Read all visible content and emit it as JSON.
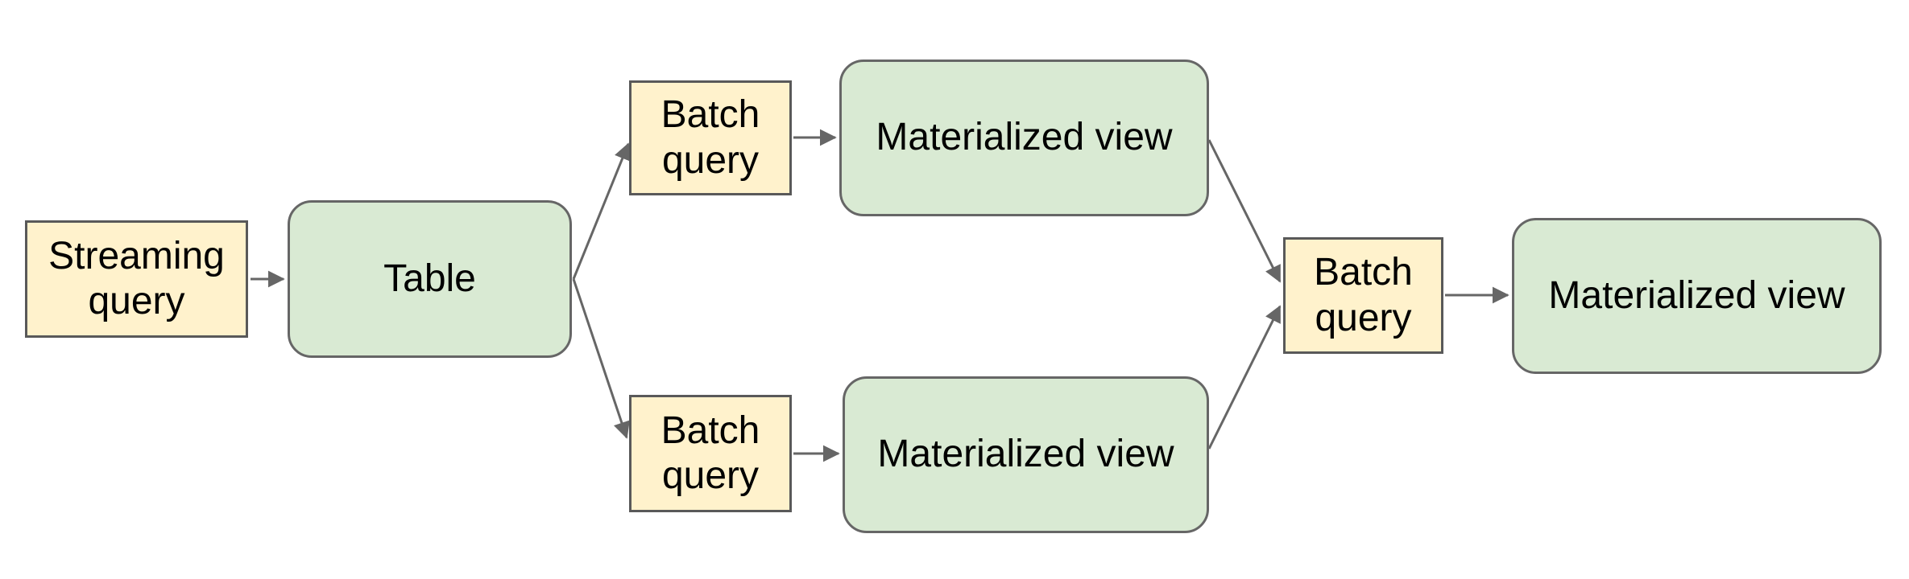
{
  "diagram": {
    "kind": "dataflow-diagram",
    "nodes": [
      {
        "id": "streaming-query",
        "label": "Streaming query",
        "shape": "rectangle",
        "fill": "#fff2cc"
      },
      {
        "id": "table",
        "label": "Table",
        "shape": "rounded-rectangle",
        "fill": "#d9ead3"
      },
      {
        "id": "batch-query-top",
        "label": "Batch query",
        "shape": "rectangle",
        "fill": "#fff2cc"
      },
      {
        "id": "materialized-view-top",
        "label": "Materialized view",
        "shape": "rounded-rectangle",
        "fill": "#d9ead3"
      },
      {
        "id": "batch-query-bottom",
        "label": "Batch query",
        "shape": "rectangle",
        "fill": "#fff2cc"
      },
      {
        "id": "materialized-view-bottom",
        "label": "Materialized view",
        "shape": "rounded-rectangle",
        "fill": "#d9ead3"
      },
      {
        "id": "batch-query-right",
        "label": "Batch query",
        "shape": "rectangle",
        "fill": "#fff2cc"
      },
      {
        "id": "materialized-view-right",
        "label": "Materialized view",
        "shape": "rounded-rectangle",
        "fill": "#d9ead3"
      }
    ],
    "edges": [
      {
        "from": "streaming-query",
        "to": "table"
      },
      {
        "from": "table",
        "to": "batch-query-top"
      },
      {
        "from": "table",
        "to": "batch-query-bottom"
      },
      {
        "from": "batch-query-top",
        "to": "materialized-view-top"
      },
      {
        "from": "batch-query-bottom",
        "to": "materialized-view-bottom"
      },
      {
        "from": "materialized-view-top",
        "to": "batch-query-right"
      },
      {
        "from": "materialized-view-bottom",
        "to": "batch-query-right"
      },
      {
        "from": "batch-query-right",
        "to": "materialized-view-right"
      }
    ],
    "colors": {
      "query_fill": "#fff2cc",
      "query_border": "#595959",
      "storage_fill": "#d9ead3",
      "storage_border": "#666666",
      "arrow": "#666666",
      "text": "#000000",
      "background": "#ffffff"
    }
  }
}
